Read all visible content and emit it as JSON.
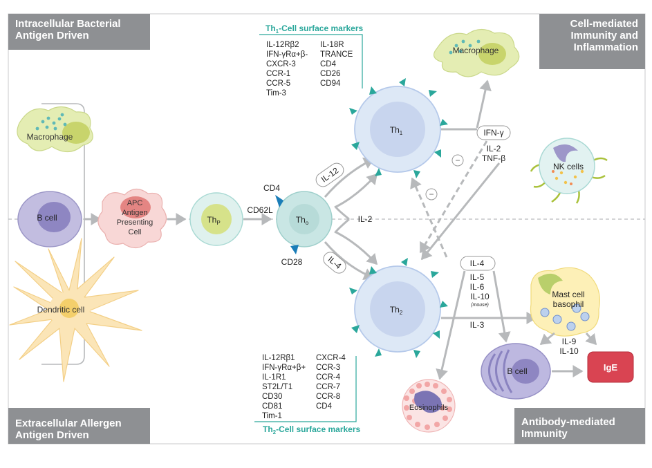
{
  "corners": {
    "top_left": [
      "Intracellular Bacterial",
      "Antigen Driven"
    ],
    "top_right": [
      "Cell-mediated",
      "Immunity and",
      "Inflammation"
    ],
    "bottom_left": [
      "Extracellular Allergen",
      "Antigen Driven"
    ],
    "bottom_right": [
      "Antibody-mediated",
      "Immunity"
    ]
  },
  "cells": {
    "macrophage_left": "Macrophage",
    "b_cell_left": "B cell",
    "dendritic_cell": "Dendritic cell",
    "apc": [
      "APC",
      "Antigen",
      "Presenting",
      "Cell"
    ],
    "thp": {
      "main": "Th",
      "sub": "P"
    },
    "tho": {
      "main": "Th",
      "sub": "o"
    },
    "th1": {
      "main": "Th",
      "sub": "1"
    },
    "th2": {
      "main": "Th",
      "sub": "2"
    },
    "macrophage_right": "Macrophage",
    "nk_cells": "NK cells",
    "mast_cell": [
      "Mast cell",
      "basophil"
    ],
    "b_cell_right": "B cell",
    "ige": "IgE",
    "eosinophils": "Eosinophils"
  },
  "labels": {
    "cd4": "CD4",
    "cd28": "CD28",
    "cd62l": "CD62L",
    "il12": "IL-12",
    "il2": "IL-2",
    "il4_left": "IL-4",
    "ifn_gamma": "IFN-γ",
    "il2_tnf": [
      "IL-2",
      "TNF-β"
    ],
    "il4_right": "IL-4",
    "th2_cytokines": [
      "IL-5",
      "IL-6",
      "IL-10"
    ],
    "mouse_note": "(mouse)",
    "il3": "IL-3",
    "il9_il10": [
      "IL-9",
      "IL-10"
    ],
    "minus_sign": "−"
  },
  "th1_markers": {
    "title_pre": "Th",
    "title_sub": "1",
    "title_post": "-Cell surface markers",
    "col1": [
      "IL-12Rβ2",
      "IFN-γRα+β-",
      "CXCR-3",
      "CCR-1",
      "CCR-5",
      "Tim-3"
    ],
    "col2": [
      "IL-18R",
      "TRANCE",
      "CD4",
      "CD26",
      "CD94"
    ]
  },
  "th2_markers": {
    "title_pre": "Th",
    "title_sub": "2",
    "title_post": "-Cell surface markers",
    "col1": [
      "IL-12Rβ1",
      "IFN-γRα+β+",
      "IL-1R1",
      "ST2L/T1",
      "CD30",
      "CD81",
      "Tim-1"
    ],
    "col2": [
      "CXCR-4",
      "CCR-3",
      "CCR-4",
      "CCR-7",
      "CCR-8",
      "CD4"
    ]
  },
  "colors": {
    "panel_gray": "#8e9093",
    "teal_accent": "#2aa79b",
    "arrow_gray": "#b7b9bb",
    "th_cell_fill": "#dde8f6",
    "th_core_fill": "#c8d5ee",
    "ige_red": "#d94452"
  }
}
